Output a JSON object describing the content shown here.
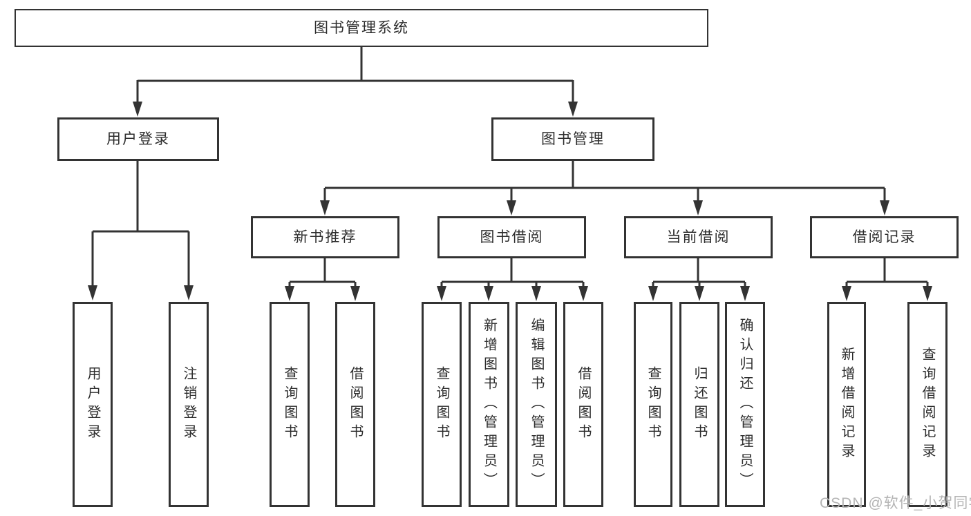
{
  "diagram_title": "图书管理系统",
  "tree": {
    "label": "图书管理系统",
    "children": [
      {
        "label": "用户登录",
        "children": [
          {
            "label": "用户登录"
          },
          {
            "label": "注销登录"
          }
        ]
      },
      {
        "label": "图书管理",
        "children": [
          {
            "label": "新书推荐",
            "children": [
              {
                "label": "查询图书"
              },
              {
                "label": "借阅图书"
              }
            ]
          },
          {
            "label": "图书借阅",
            "children": [
              {
                "label": "查询图书"
              },
              {
                "label": "新增图书（管理员）"
              },
              {
                "label": "编辑图书（管理员）"
              },
              {
                "label": "借阅图书"
              }
            ]
          },
          {
            "label": "当前借阅",
            "children": [
              {
                "label": "查询图书"
              },
              {
                "label": "归还图书"
              },
              {
                "label": "确认归还（管理员）"
              }
            ]
          },
          {
            "label": "借阅记录",
            "children": [
              {
                "label": "新增借阅记录"
              },
              {
                "label": "查询借阅记录"
              }
            ]
          }
        ]
      }
    ]
  },
  "watermark": {
    "text": "CSDN @软件_小贺同学"
  },
  "colors": {
    "line": "#333333",
    "box_border": "#333333",
    "text": "#2d2d2d",
    "watermark": "#b4b4b4",
    "background": "#ffffff"
  }
}
